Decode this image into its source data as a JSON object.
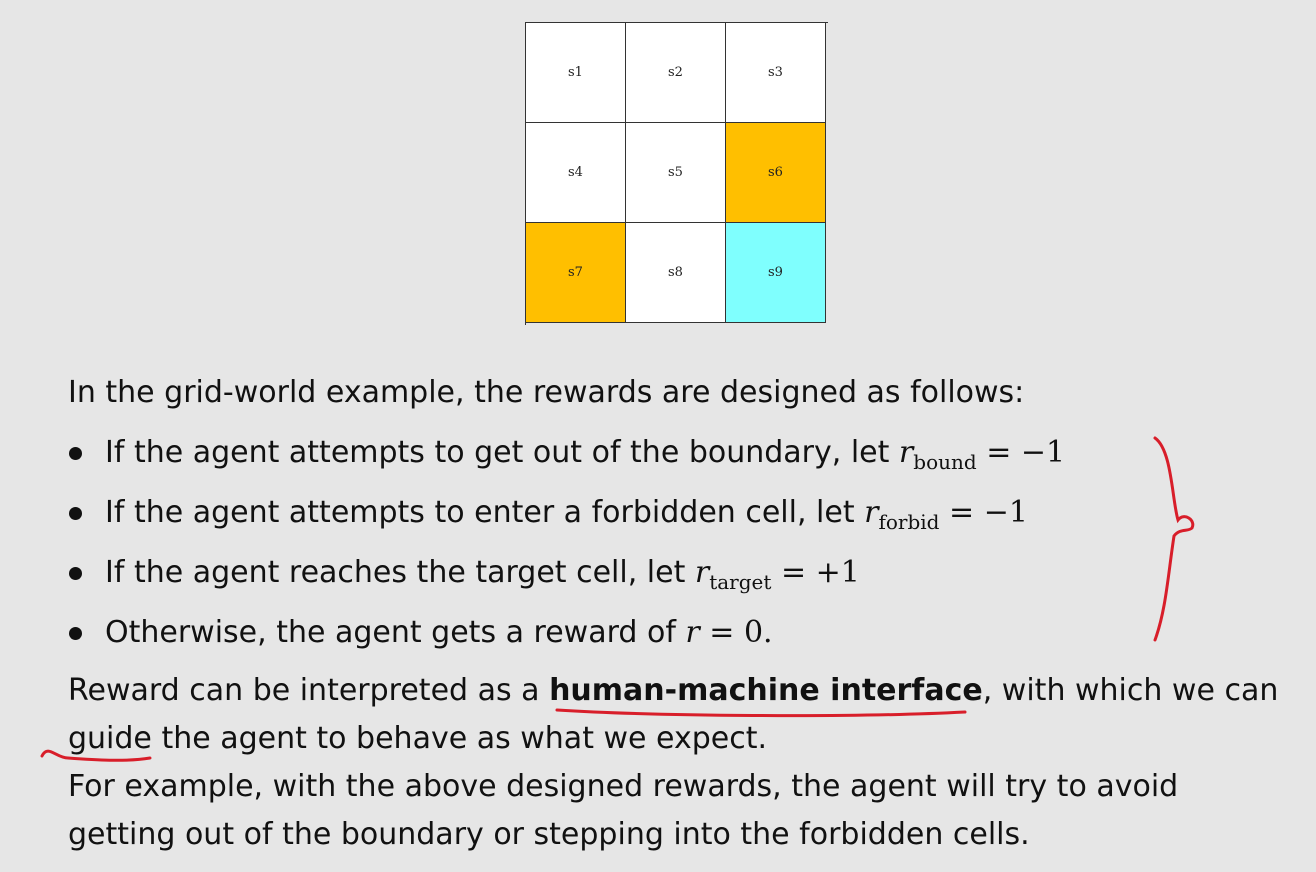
{
  "grid": {
    "cells": [
      {
        "label": "s1",
        "color": "#ffffff"
      },
      {
        "label": "s2",
        "color": "#ffffff"
      },
      {
        "label": "s3",
        "color": "#ffffff"
      },
      {
        "label": "s4",
        "color": "#ffffff"
      },
      {
        "label": "s5",
        "color": "#ffffff"
      },
      {
        "label": "s6",
        "color": "#ffbf00"
      },
      {
        "label": "s7",
        "color": "#ffbf00"
      },
      {
        "label": "s8",
        "color": "#ffffff"
      },
      {
        "label": "s9",
        "color": "#7ffffe"
      }
    ]
  },
  "intro": "In the grid-world example, the rewards are designed as follows:",
  "bullets": [
    {
      "text": "If the agent attempts to get out of the boundary, let ",
      "var": "r",
      "sub": "bound",
      "rest": " = −1"
    },
    {
      "text": "If the agent attempts to enter a forbidden cell, let ",
      "var": "r",
      "sub": "forbid",
      "rest": " = −1"
    },
    {
      "text": "If the agent reaches the target cell, let ",
      "var": "r",
      "sub": "target",
      "rest": " = +1"
    },
    {
      "text": "Otherwise, the agent gets a reward of ",
      "var": "r",
      "sub": "",
      "rest": " = 0."
    }
  ],
  "para1": {
    "before": "Reward can be interpreted as a ",
    "bold": "human-machine interface",
    "after": ", with which we can",
    "line2_guide": "guide",
    "line2_rest": " the agent to behave as what we expect."
  },
  "para2": {
    "line1": "For example, with the above designed rewards, the agent will try to avoid",
    "line2": "getting out of the boundary or stepping into the forbidden cells."
  },
  "annotation_color": "#d81e2a"
}
